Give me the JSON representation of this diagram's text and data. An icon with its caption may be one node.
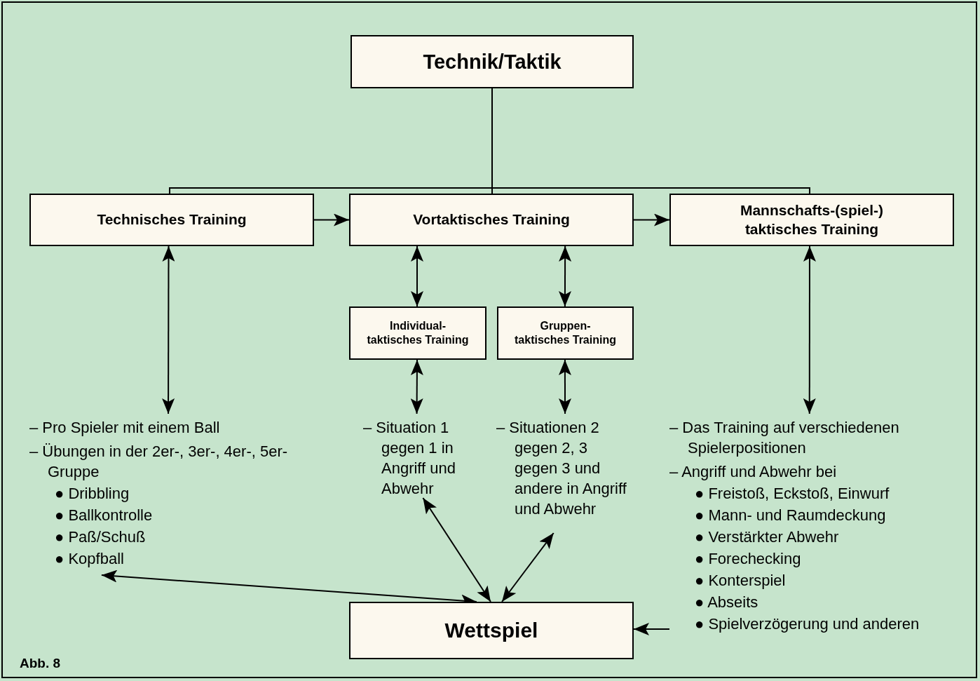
{
  "diagram": {
    "nodes": [
      {
        "text": [
          "Technik/Taktik"
        ]
      },
      {
        "text": [
          "Technisches Training"
        ]
      },
      {
        "text": [
          "Vortaktisches Training"
        ]
      },
      {
        "text": [
          "Mannschafts-(spiel-) taktisches Training"
        ]
      },
      {
        "text": [
          "Individual-taktisches Training"
        ]
      },
      {
        "text": [
          "Gruppen-taktisches Training"
        ]
      },
      {
        "text": [
          "– Pro Spieler mit einem Ball",
          "– Übungen in der 2er-, 3er-, 4er-, 5er-Gruppe",
          "● Dribbling",
          "● Ballkontrolle",
          "● Paß/Schuß",
          "● Kopfball"
        ]
      },
      {
        "text": [
          "– Situation 1 gegen 1 in Angriff und Abwehr"
        ]
      },
      {
        "text": [
          "– Situationen 2 gegen 2, 3 gegen 3 und andere in Angriff und Abwehr"
        ]
      },
      {
        "text": [
          "– Das Training auf verschiedenen Spielerpositionen",
          "– Angriff und Abwehr bei",
          "● Freistoß, Eckstoß, Einwurf",
          "● Mann- und Raumdeckung",
          "● Verstärkter Abwehr",
          "● Forechecking",
          "● Konterspiel",
          "● Abseits",
          "● Spielverzögerung und anderen"
        ]
      },
      {
        "text": [
          "Wettspiel"
        ]
      }
    ],
    "edges": [
      {
        "from": 0,
        "to": 1,
        "arrow": "none"
      },
      {
        "from": 0,
        "to": 2,
        "arrow": "none"
      },
      {
        "from": 0,
        "to": 3,
        "arrow": "none"
      },
      {
        "from": 1,
        "to": 2,
        "arrow": "to"
      },
      {
        "from": 2,
        "to": 3,
        "arrow": "to"
      },
      {
        "from": 1,
        "to": 6,
        "arrow": "both"
      },
      {
        "from": 2,
        "to": 4,
        "arrow": "both"
      },
      {
        "from": 4,
        "to": 7,
        "arrow": "both"
      },
      {
        "from": 2,
        "to": 5,
        "arrow": "both"
      },
      {
        "from": 5,
        "to": 8,
        "arrow": "both"
      },
      {
        "from": 3,
        "to": 9,
        "arrow": "both"
      },
      {
        "from": 6,
        "to": 10,
        "arrow": "both"
      },
      {
        "from": 7,
        "to": 10,
        "arrow": "both"
      },
      {
        "from": 8,
        "to": 10,
        "arrow": "both"
      },
      {
        "from": 9,
        "to": 10,
        "arrow": "to"
      }
    ],
    "labels": [
      "Abb. 8"
    ]
  }
}
